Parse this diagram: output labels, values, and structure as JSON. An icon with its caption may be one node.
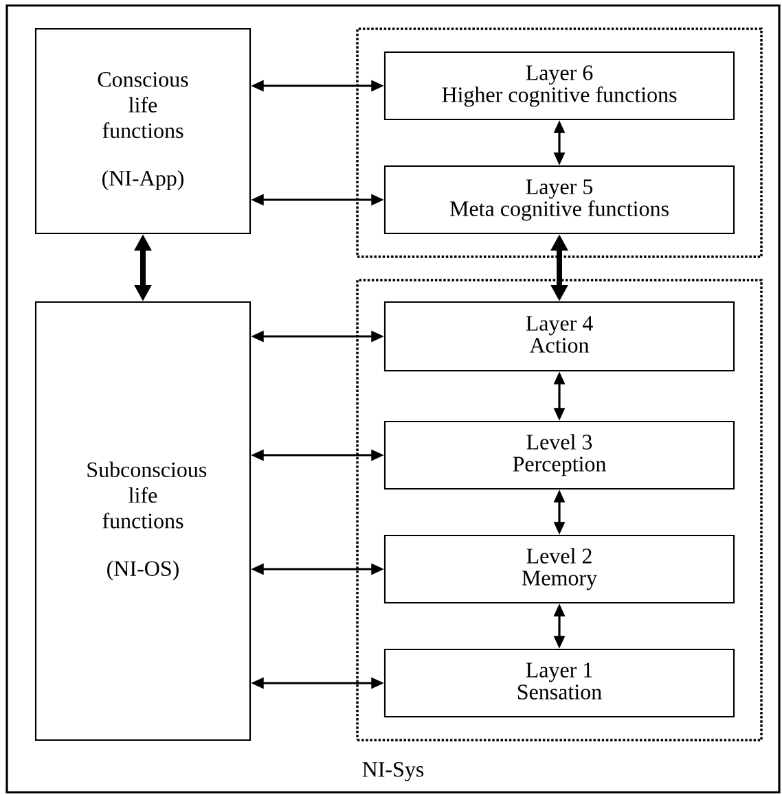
{
  "diagram": {
    "nodes": [
      {
        "text": [
          "NI-Sys"
        ]
      },
      {
        "text": [
          "Conscious life functions",
          "(NI-App)"
        ],
        "in": 0
      },
      {
        "text": [],
        "shape": "box",
        "in": 0
      },
      {
        "text": [
          "Layer 6",
          "Higher cognitive functions"
        ],
        "in": 2
      },
      {
        "text": [
          "Layer 5",
          "Meta cognitive functions"
        ],
        "in": 2
      },
      {
        "text": [
          "Subconscious life functions",
          "(NI-OS)"
        ],
        "in": 0
      },
      {
        "text": [],
        "shape": "box",
        "in": 0
      },
      {
        "text": [
          "Layer 4",
          "Action"
        ],
        "in": 6
      },
      {
        "text": [
          "Level 3",
          "Perception"
        ],
        "in": 6
      },
      {
        "text": [
          "Level 2",
          "Memory"
        ],
        "in": 6
      },
      {
        "text": [
          "Layer 1",
          "Sensation"
        ],
        "in": 6
      }
    ],
    "edges": [
      {
        "from": 1,
        "to": 3,
        "arrow": "both"
      },
      {
        "from": 1,
        "to": 4,
        "arrow": "both"
      },
      {
        "from": 3,
        "to": 4,
        "arrow": "both"
      },
      {
        "from": 1,
        "to": 5,
        "arrow": "both",
        "style": "thick"
      },
      {
        "from": 4,
        "to": 7,
        "arrow": "both",
        "style": "thick"
      },
      {
        "from": 5,
        "to": 7,
        "arrow": "both"
      },
      {
        "from": 5,
        "to": 8,
        "arrow": "both"
      },
      {
        "from": 5,
        "to": 9,
        "arrow": "both"
      },
      {
        "from": 5,
        "to": 10,
        "arrow": "both"
      },
      {
        "from": 7,
        "to": 8,
        "arrow": "both"
      },
      {
        "from": 8,
        "to": 9,
        "arrow": "both"
      },
      {
        "from": 9,
        "to": 10,
        "arrow": "both"
      }
    ]
  }
}
